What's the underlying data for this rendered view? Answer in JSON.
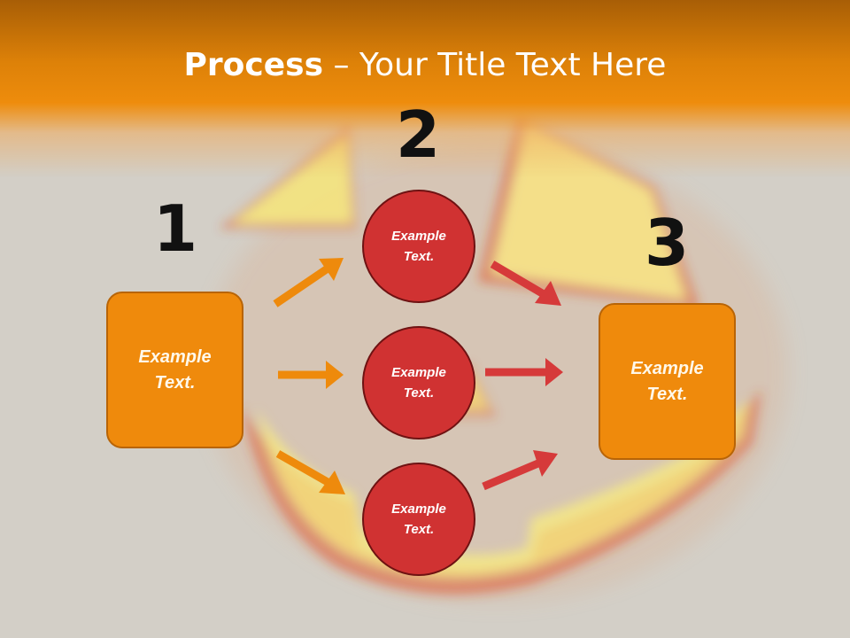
{
  "title": {
    "bold": "Process",
    "rest": " – Your Title Text Here"
  },
  "steps": {
    "one": "1",
    "two": "2",
    "three": "3"
  },
  "left_box": {
    "text": "Example Text."
  },
  "right_box": {
    "text": "Example Text."
  },
  "circles": [
    {
      "text": "Example Text."
    },
    {
      "text": "Example Text."
    },
    {
      "text": "Example Text."
    }
  ],
  "colors": {
    "orange": "#ef8a0c",
    "red": "#d03232",
    "arrow_orange": "#ee8a0c",
    "arrow_red": "#d63a3a",
    "background": "#d3cfc7"
  },
  "background_image": "jack-o-lantern-glow"
}
